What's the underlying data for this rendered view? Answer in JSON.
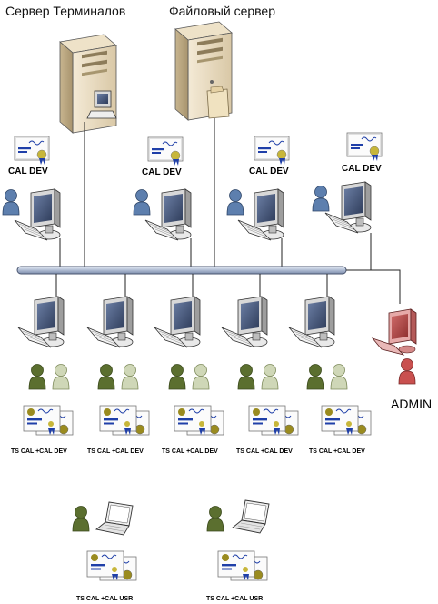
{
  "titles": {
    "terminal_server": "Сервер Терминалов",
    "file_server": "Файловый сервер"
  },
  "labels": {
    "cal_dev": "CAL DEV",
    "ts_cal_dev": "TS CAL +CAL DEV",
    "ts_cal_usr": "TS CAL +CAL USR",
    "admin": "ADMIN"
  },
  "icons": {
    "server": "server-icon",
    "monitor": "workstation-icon",
    "user": "user-icon",
    "certificate": "certificate-icon",
    "laptop": "laptop-icon"
  },
  "colors": {
    "network_bus": "#c9d3e4",
    "user_blue": "#5d7fae",
    "user_olive": "#5b6f2f",
    "user_olive_light": "#cfd7b7",
    "admin_red": "#c9504f",
    "cert_ribbon": "#1f3fa8",
    "cert_seal": "#9a8b1f",
    "line": "#222222"
  }
}
